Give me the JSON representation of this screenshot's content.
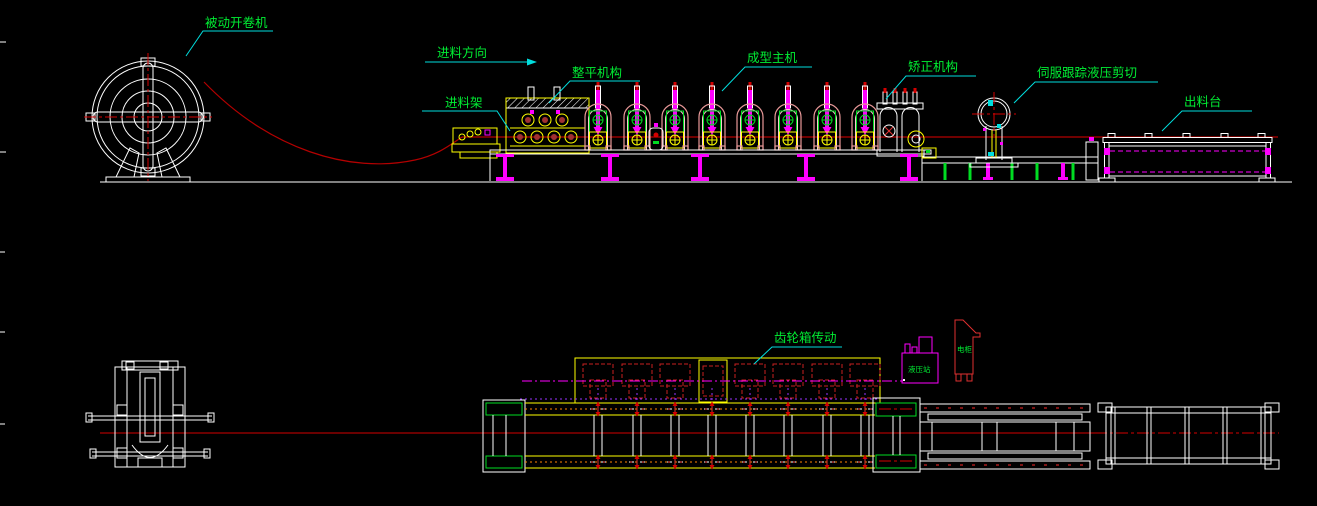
{
  "drawing_type": "CAD assembly drawing - roll forming machine line (side elevation and plan view)",
  "labels": {
    "uncoiler": "被动开卷机",
    "feed_direction": "进料方向",
    "feed_rack": "进料架",
    "leveler": "整平机构",
    "forming_host": "成型主机",
    "straightener": "矫正机构",
    "servo_shear": "伺服跟踪液压剪切",
    "outfeed_table": "出料台",
    "gearbox_drive": "齿轮箱传动",
    "hydraulic_station": "液压站",
    "electric_cabinet": "电柜"
  },
  "colors": {
    "background": "#000000",
    "label_text": "#00ee33",
    "leader": "#00dddd",
    "line_white": "#ffffff",
    "strip_red": "#b40000",
    "centerline_red": "#d40000",
    "machine_yellow": "#ffff00",
    "machine_magenta": "#ff00ff",
    "machine_green": "#00dd22",
    "stand_pink": "#e89898",
    "gearbox_dashed_red": "#c82020",
    "phantom_purple": "#9933ff",
    "rail_dotted_orange": "#ff8400"
  },
  "counts": {
    "forming_stands": 8,
    "plan_station_marks_per_rail": 8
  }
}
